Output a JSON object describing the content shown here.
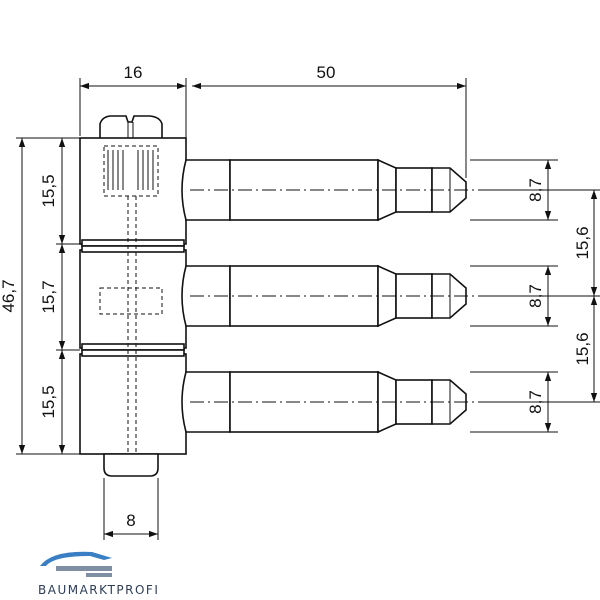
{
  "dimensions": {
    "width_16": "16",
    "length_50": "50",
    "height_46_7": "46,7",
    "segment_top": "15,5",
    "segment_mid": "15,7",
    "segment_bottom": "15,5",
    "pin_diameter_top": "8,7",
    "pin_diameter_mid": "8,7",
    "pin_diameter_bottom": "8,7",
    "pin_spacing_upper": "15,6",
    "pin_spacing_lower": "15,6",
    "bottom_pin_width": "8"
  },
  "logo": {
    "text": "BAUMARKTPROFI",
    "color": "#3a7fc4"
  }
}
